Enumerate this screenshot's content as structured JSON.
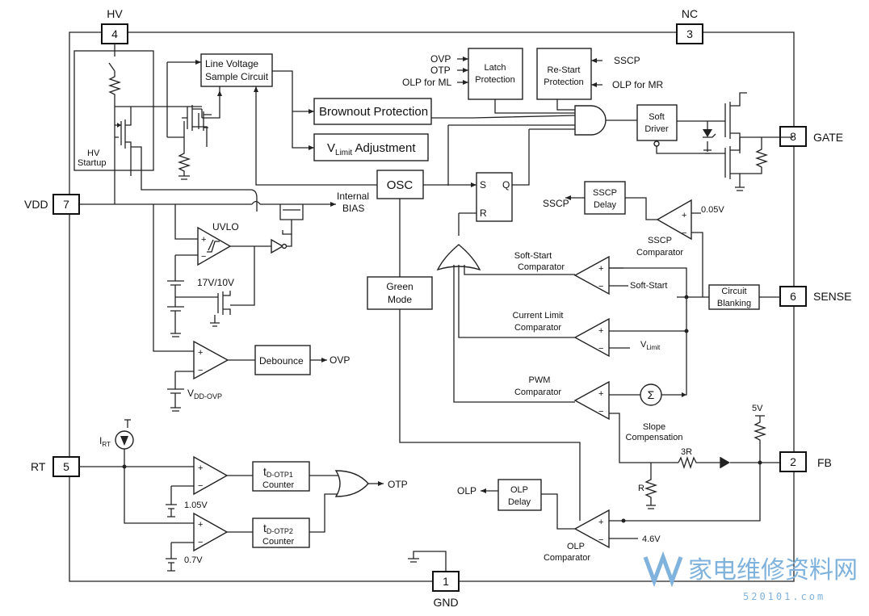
{
  "pins": {
    "hv": {
      "name": "HV",
      "num": "4"
    },
    "nc": {
      "name": "NC",
      "num": "3"
    },
    "vdd": {
      "name": "VDD",
      "num": "7"
    },
    "gate": {
      "name": "GATE",
      "num": "8"
    },
    "sense": {
      "name": "SENSE",
      "num": "6"
    },
    "rt": {
      "name": "RT",
      "num": "5"
    },
    "fb": {
      "name": "FB",
      "num": "2"
    },
    "gnd": {
      "name": "GND",
      "num": "1"
    }
  },
  "blocks": {
    "line_voltage": [
      "Line Voltage",
      "Sample Circuit"
    ],
    "brownout": "Brownout Protection",
    "vlimit_adj": {
      "main": "V",
      "sub": "Limit",
      "rest": " Adjustment"
    },
    "latch": [
      "Latch",
      "Protection"
    ],
    "restart": [
      "Re-Start",
      "Protection"
    ],
    "soft_driver": [
      "Soft",
      "Driver"
    ],
    "osc": "OSC",
    "sscp_delay": [
      "SSCP",
      "Delay"
    ],
    "green_mode": [
      "Green",
      "Mode"
    ],
    "circuit_blanking": [
      "Circuit",
      "Blanking"
    ],
    "debounce": "Debounce",
    "otp1": {
      "main": "t",
      "sub": "D-OTP1",
      "line2": "Counter"
    },
    "otp2": {
      "main": "t",
      "sub": "D-OTP2",
      "line2": "Counter"
    },
    "olp_delay": [
      "OLP",
      "Delay"
    ],
    "hv_startup": [
      "HV",
      "Startup"
    ],
    "sr_s": "S",
    "sr_r": "R",
    "sr_q": "Q"
  },
  "labels": {
    "ovp_in": "OVP",
    "otp_in": "OTP",
    "olp_ml": "OLP for ML",
    "sscp_in": "SSCP",
    "olp_mr": "OLP for MR",
    "internal_bias": [
      "Internal",
      "BIAS"
    ],
    "uvlo": "UVLO",
    "uvlo_levels": "17V/10V",
    "ovp_out": "OVP",
    "vdd_ovp": {
      "main": "V",
      "sub": "DD-OVP"
    },
    "sscp_out": "SSCP",
    "sscp_ref": "0.05V",
    "sscp_comp": [
      "SSCP",
      "Comparator"
    ],
    "softstart_comp": [
      "Soft-Start",
      "Comparator"
    ],
    "softstart": "Soft-Start",
    "curlimit_comp": [
      "Current Limit",
      "Comparator"
    ],
    "vlimit": {
      "main": "V",
      "sub": "Limit"
    },
    "pwm_comp": [
      "PWM",
      "Comparator"
    ],
    "slope_comp": [
      "Slope",
      "Compensation"
    ],
    "sigma": "Σ",
    "fb_5v": "5V",
    "res_3r": "3R",
    "res_r": "R",
    "olp_out": "OLP",
    "olp_ref": "4.6V",
    "olp_comp": [
      "OLP",
      "Comparator"
    ],
    "irt": {
      "main": "I",
      "sub": "RT"
    },
    "otp_ref1": "1.05V",
    "otp_ref2": "0.7V",
    "otp_out": "OTP",
    "plus": "+",
    "minus": "−"
  },
  "watermark": {
    "cn": "家电维修资料网",
    "url": "520101.com"
  },
  "colors": {
    "line": "#222222",
    "watermark": "#7fb2dc"
  }
}
